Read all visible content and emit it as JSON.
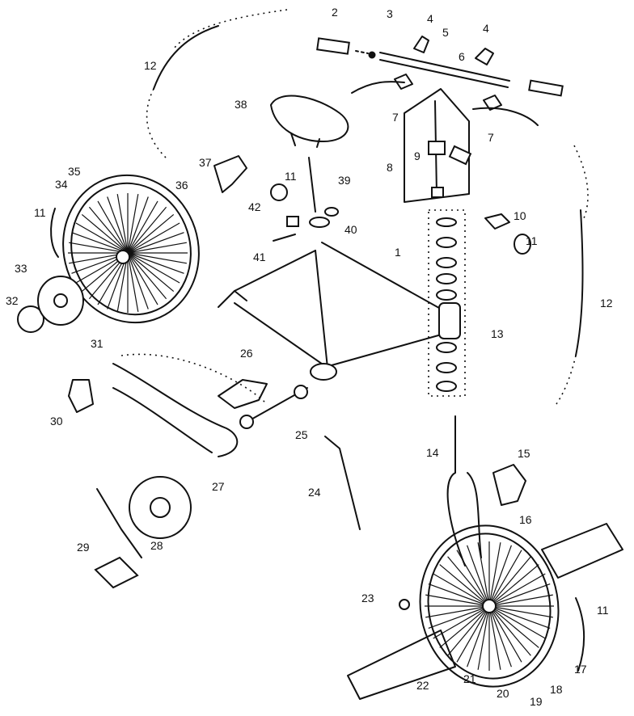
{
  "part_numbers": [
    "1",
    "2",
    "3",
    "4",
    "4",
    "5",
    "6",
    "7",
    "7",
    "8",
    "9",
    "10",
    "11",
    "11",
    "11",
    "11",
    "12",
    "12",
    "13",
    "14",
    "15",
    "16",
    "17",
    "18",
    "19",
    "20",
    "21",
    "22",
    "23",
    "24",
    "25",
    "26",
    "27",
    "28",
    "29",
    "30",
    "31",
    "32",
    "33",
    "34",
    "35",
    "36",
    "37",
    "38",
    "39",
    "40",
    "41",
    "42"
  ]
}
